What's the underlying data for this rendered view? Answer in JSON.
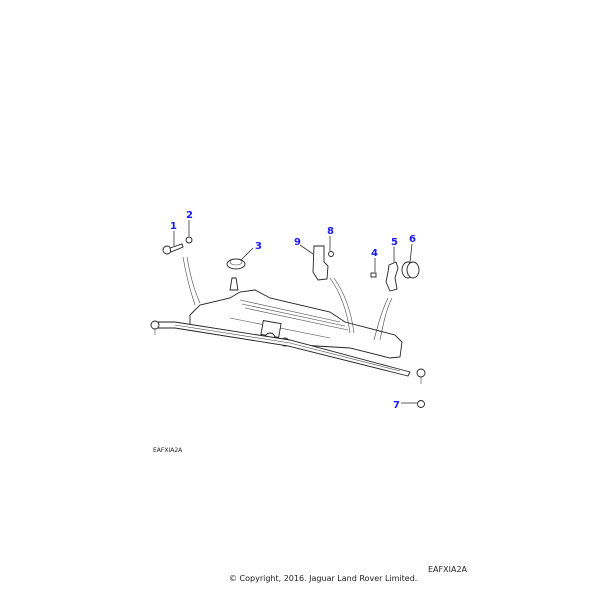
{
  "diagram": {
    "callouts": [
      "1",
      "2",
      "3",
      "4",
      "5",
      "6",
      "7",
      "8",
      "9"
    ],
    "callout_color": "#1a1aff",
    "illustration_code_small": "EAFXIA2A",
    "illustration_code": "EAFXIA2A",
    "copyright": "© Copyright, 2016. Jaguar Land Rover Limited."
  }
}
